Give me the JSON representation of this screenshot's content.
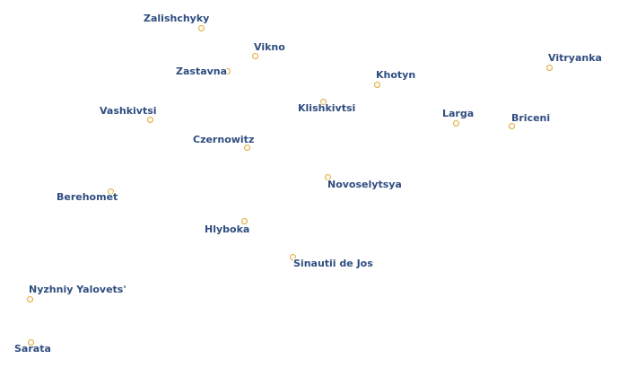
{
  "map": {
    "places": [
      {
        "name": "Zalishchyky"
      },
      {
        "name": "Vikno"
      },
      {
        "name": "Zastavna"
      },
      {
        "name": "Vitryanka"
      },
      {
        "name": "Khotyn"
      },
      {
        "name": "Vashkivtsi"
      },
      {
        "name": "Klishkivtsi"
      },
      {
        "name": "Larga"
      },
      {
        "name": "Briceni"
      },
      {
        "name": "Czernowitz"
      },
      {
        "name": "Novoselytsya"
      },
      {
        "name": "Berehomet"
      },
      {
        "name": "Hlyboka"
      },
      {
        "name": "Sinautii de Jos"
      },
      {
        "name": "Nyzhniy Yalovets'"
      },
      {
        "name": "Sarata"
      }
    ],
    "colors": {
      "label": "#2f4d80",
      "marker": "#e0a93a",
      "background": "#ffffff"
    }
  }
}
